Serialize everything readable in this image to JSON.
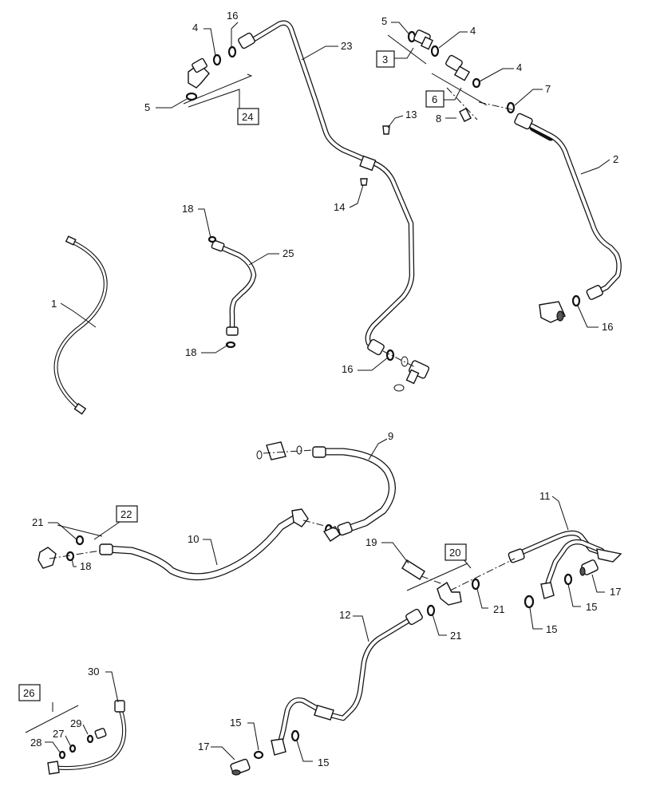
{
  "callouts": [
    {
      "id": "c1",
      "text": "1"
    },
    {
      "id": "c2",
      "text": "2"
    },
    {
      "id": "c3",
      "text": "3",
      "boxed": true
    },
    {
      "id": "c4a",
      "text": "4"
    },
    {
      "id": "c4b",
      "text": "4"
    },
    {
      "id": "c4c",
      "text": "4"
    },
    {
      "id": "c5a",
      "text": "5"
    },
    {
      "id": "c5b",
      "text": "5"
    },
    {
      "id": "c6",
      "text": "6",
      "boxed": true
    },
    {
      "id": "c7",
      "text": "7"
    },
    {
      "id": "c8",
      "text": "8"
    },
    {
      "id": "c9",
      "text": "9"
    },
    {
      "id": "c10",
      "text": "10"
    },
    {
      "id": "c11",
      "text": "11"
    },
    {
      "id": "c12",
      "text": "12"
    },
    {
      "id": "c13",
      "text": "13"
    },
    {
      "id": "c14",
      "text": "14"
    },
    {
      "id": "c15a",
      "text": "15"
    },
    {
      "id": "c15b",
      "text": "15"
    },
    {
      "id": "c15c",
      "text": "15"
    },
    {
      "id": "c15d",
      "text": "15"
    },
    {
      "id": "c16a",
      "text": "16"
    },
    {
      "id": "c16b",
      "text": "16"
    },
    {
      "id": "c16c",
      "text": "16"
    },
    {
      "id": "c17a",
      "text": "17"
    },
    {
      "id": "c17b",
      "text": "17"
    },
    {
      "id": "c18a",
      "text": "18"
    },
    {
      "id": "c18b",
      "text": "18"
    },
    {
      "id": "c18c",
      "text": "18"
    },
    {
      "id": "c19",
      "text": "19"
    },
    {
      "id": "c20",
      "text": "20",
      "boxed": true
    },
    {
      "id": "c21a",
      "text": "21"
    },
    {
      "id": "c21b",
      "text": "21"
    },
    {
      "id": "c21c",
      "text": "21"
    },
    {
      "id": "c22",
      "text": "22",
      "boxed": true
    },
    {
      "id": "c23",
      "text": "23"
    },
    {
      "id": "c24",
      "text": "24",
      "boxed": true
    },
    {
      "id": "c25",
      "text": "25"
    },
    {
      "id": "c26",
      "text": "26",
      "boxed": true
    },
    {
      "id": "c27",
      "text": "27"
    },
    {
      "id": "c28",
      "text": "28"
    },
    {
      "id": "c29",
      "text": "29"
    },
    {
      "id": "c30",
      "text": "30"
    }
  ]
}
